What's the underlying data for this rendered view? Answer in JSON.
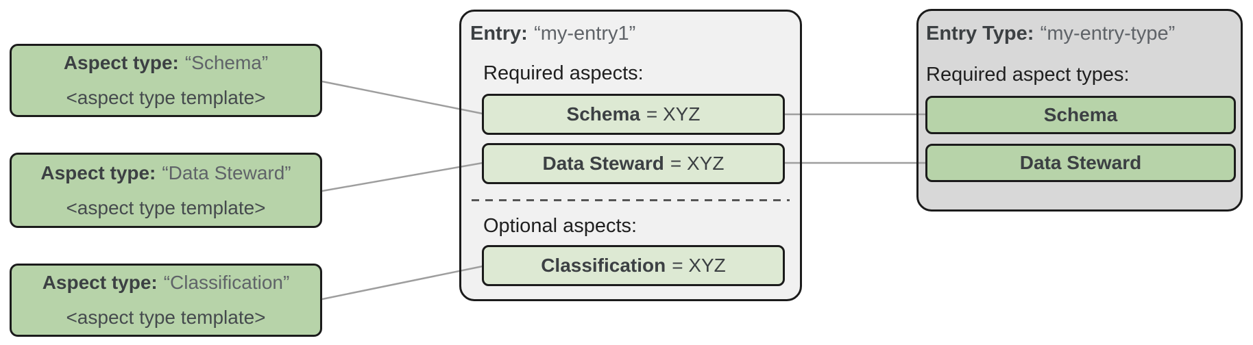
{
  "colors": {
    "green_strong": "#b7d3a9",
    "green_light": "#dde9d3",
    "entry_panel_gray": "#f1f1f1",
    "entry_type_panel_gray": "#d8d8d8",
    "outline": "#1b1b1b",
    "connector_gray": "#9e9e9e"
  },
  "aspect_types": [
    {
      "label": "Aspect type:",
      "name": "“Schema”",
      "template": "<aspect type template>"
    },
    {
      "label": "Aspect type:",
      "name": "“Data Steward”",
      "template": "<aspect type template>"
    },
    {
      "label": "Aspect type:",
      "name": "“Classification”",
      "template": "<aspect type template>"
    }
  ],
  "entry": {
    "label": "Entry:",
    "name": "“my-entry1”",
    "required_label": "Required aspects:",
    "required_aspects": [
      {
        "name": "Schema",
        "value": "= XYZ"
      },
      {
        "name": "Data Steward",
        "value": "= XYZ"
      }
    ],
    "optional_label": "Optional aspects:",
    "optional_aspects": [
      {
        "name": "Classification",
        "value": "= XYZ"
      }
    ]
  },
  "entry_type": {
    "label": "Entry Type:",
    "name": "“my-entry-type”",
    "required_label": "Required aspect types:",
    "required_aspect_types": [
      {
        "name": "Schema"
      },
      {
        "name": "Data Steward"
      }
    ]
  }
}
